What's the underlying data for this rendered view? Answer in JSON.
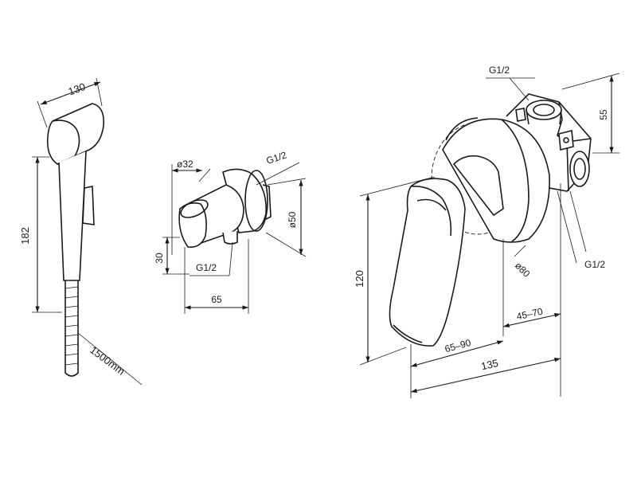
{
  "hand_shower": {
    "width_label": "130",
    "height_label": "182",
    "hose_label": "1500mm"
  },
  "wall_outlet": {
    "diameter_label": "ø32",
    "thread_top_label": "G1/2",
    "flange_label": "ø50",
    "offset_label": "30",
    "thread_bottom_label": "G1/2",
    "depth_label": "65"
  },
  "mixer": {
    "thread_top_label": "G1/2",
    "height_top_label": "55",
    "height_label": "120",
    "rosette_label": "ø80",
    "thread_side_label": "G1/2",
    "install_depth_label": "45–70",
    "lever_depth_label": "65–90",
    "total_depth_label": "135"
  }
}
